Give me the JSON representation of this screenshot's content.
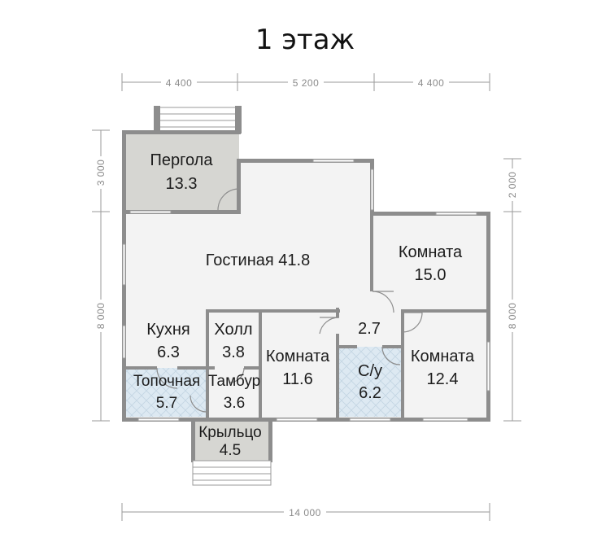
{
  "title": "1 этаж",
  "dimensions": {
    "top": [
      "4 400",
      "5 200",
      "4 400"
    ],
    "left": [
      "3 000",
      "8 000"
    ],
    "right": [
      "2 000",
      "8 000"
    ],
    "bottom": "14 000"
  },
  "rooms": {
    "pergola": {
      "name": "Пергола",
      "area": "13.3"
    },
    "living": {
      "name": "Гостиная 41.8"
    },
    "room1": {
      "name": "Комната",
      "area": "15.0"
    },
    "hall_small": {
      "area": "2.7"
    },
    "kitchen": {
      "name": "Кухня",
      "area": "6.3"
    },
    "holl": {
      "name": "Холл",
      "area": "3.8"
    },
    "room2": {
      "name": "Комната",
      "area": "11.6"
    },
    "bath": {
      "name": "С/у",
      "area": "6.2"
    },
    "room3": {
      "name": "Комната",
      "area": "12.4"
    },
    "boiler": {
      "name": "Топочная",
      "area": "5.7"
    },
    "tambour": {
      "name": "Тамбур",
      "area": "3.6"
    },
    "porch": {
      "name": "Крыльцо",
      "area": "4.5"
    }
  },
  "colors": {
    "floor": "#f3f3f3",
    "wall": "#8d8d8d",
    "pergola": "#d6d6d2",
    "porch": "#d6d6d2",
    "wet_room": "#dde9f2"
  }
}
